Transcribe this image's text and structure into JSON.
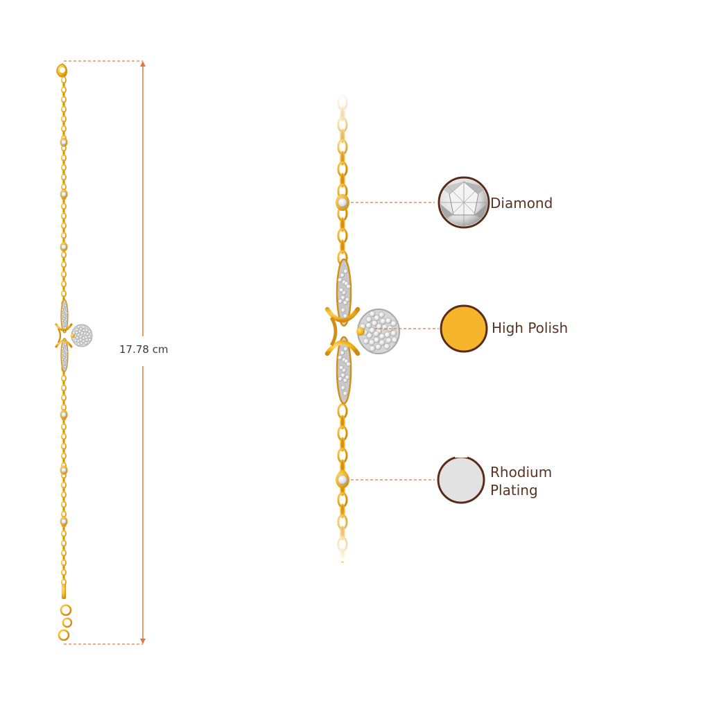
{
  "measurement": {
    "length_text": "17.78 cm"
  },
  "callouts": [
    {
      "id": "diamond",
      "label": "Diamond",
      "swatch": "diamond-swatch-icon"
    },
    {
      "id": "polish",
      "label": "High Polish",
      "swatch": "gold-swatch-icon"
    },
    {
      "id": "rhodium",
      "label": "Rhodium Plating",
      "label_line1": "Rhodium",
      "label_line2": "Plating",
      "swatch": "rhodium-swatch-icon"
    }
  ],
  "colors": {
    "gold": "#f2b320",
    "gold_dark": "#d18e12",
    "gold_light": "#ffd86b",
    "guide_line": "#e07a3c",
    "swatch_ring": "#5a2a1a",
    "rhodium": "#e2e2e2",
    "text": "#5a3220"
  }
}
